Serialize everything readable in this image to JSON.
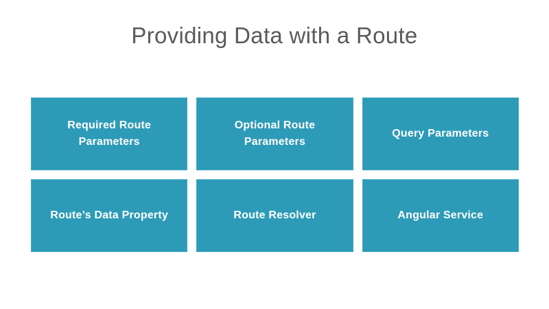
{
  "slide": {
    "title": "Providing Data with a Route",
    "background_color": "#ffffff",
    "title_color": "#5a5a5c",
    "card_color": "#2d9bb7",
    "card_text_color": "#ffffff",
    "cards": [
      {
        "label": "Required Route Parameters"
      },
      {
        "label": "Optional Route Parameters"
      },
      {
        "label": "Query Parameters"
      },
      {
        "label": "Route’s Data Property"
      },
      {
        "label": "Route Resolver"
      },
      {
        "label": "Angular Service"
      }
    ]
  }
}
